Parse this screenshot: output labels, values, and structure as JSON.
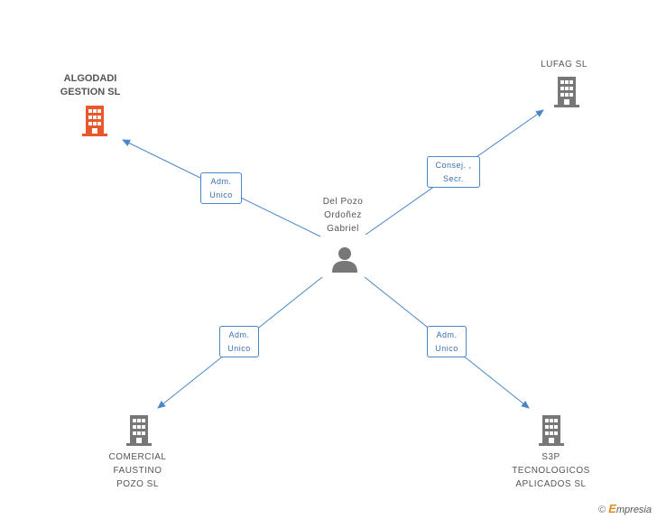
{
  "center": {
    "name": "Del Pozo\nOrdoñez\nGabriel"
  },
  "companies": {
    "algodadi": {
      "name": "ALGODADI\nGESTION SL",
      "color": "#e8582a"
    },
    "lufag": {
      "name": "LUFAG  SL",
      "color": "#777777"
    },
    "comercial": {
      "name": "COMERCIAL\nFAUSTINO\nPOZO SL",
      "color": "#777777"
    },
    "s3p": {
      "name": "S3P\nTECNOLOGICOS\nAPLICADOS SL",
      "color": "#777777"
    }
  },
  "roles": {
    "algodadi": [
      "Adm.",
      "Unico"
    ],
    "lufag": [
      "Consej. ,",
      "Secr."
    ],
    "comercial": [
      "Adm.",
      "Unico"
    ],
    "s3p": [
      "Adm.",
      "Unico"
    ]
  },
  "edge_color": "#4a86c8",
  "brand": {
    "copyright": "©",
    "e": "E",
    "rest": "mpresia"
  }
}
